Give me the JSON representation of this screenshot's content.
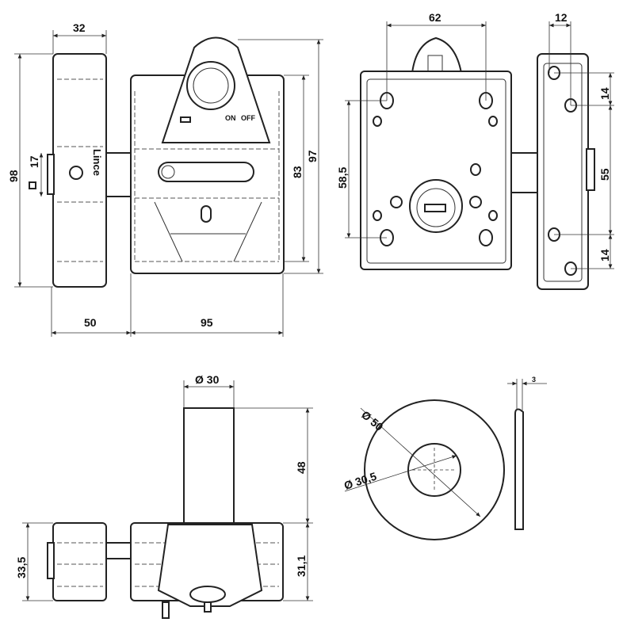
{
  "front_view": {
    "brand": "Lince",
    "switch_on": "ON",
    "switch_off": "OFF",
    "dim_plate_width": "32",
    "dim_plate_height": "98",
    "dim_bolt_height": "17",
    "dim_body_height": "83",
    "dim_total_height": "97",
    "dim_bolt_throw": "50",
    "dim_body_width": "95"
  },
  "rear_view": {
    "dim_top_holes": "62",
    "dim_strike_width": "12",
    "dim_hole_vertical": "58,5",
    "dim_strike_top": "14",
    "dim_strike_middle": "55",
    "dim_strike_bottom": "14"
  },
  "top_view": {
    "dim_cylinder_diameter": "Ø 30",
    "dim_cylinder_length": "48",
    "dim_plate_depth": "33,5",
    "dim_body_depth": "31,1"
  },
  "rosette": {
    "dim_outer_diameter": "Ø 50",
    "dim_inner_diameter": "Ø 30,5",
    "dim_thickness": "3"
  }
}
